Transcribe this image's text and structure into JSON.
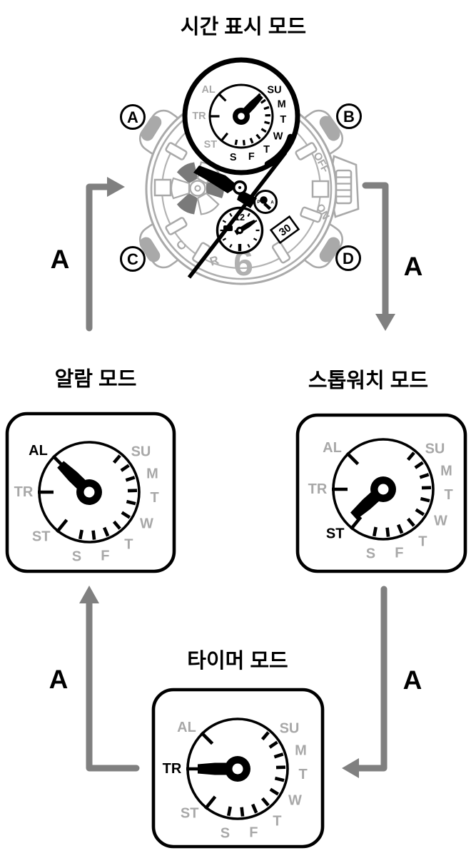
{
  "titles": {
    "time": "시간 표시 모드",
    "alarm": "알람 모드",
    "stopwatch": "스톱워치 모드",
    "timer": "타이머 모드"
  },
  "transition_button_label": "A",
  "watch_buttons": {
    "a": "A",
    "b": "B",
    "c": "C",
    "d": "D"
  },
  "watch_face": {
    "crown_off": "OFF",
    "crown_on": "ON",
    "date_value": "30",
    "numeral_six": "6",
    "letter_c": "C",
    "letter_r": "R",
    "inner_dial_twelve": "12",
    "pa_p": "P",
    "pa_a": "A"
  },
  "dial_labels": [
    {
      "text": "SU",
      "angle": 52,
      "type": "day"
    },
    {
      "text": "M",
      "angle": 74,
      "type": "day"
    },
    {
      "text": "T",
      "angle": 95,
      "type": "day"
    },
    {
      "text": "W",
      "angle": 119,
      "type": "day"
    },
    {
      "text": "T",
      "angle": 143,
      "type": "day"
    },
    {
      "text": "F",
      "angle": 166,
      "type": "day"
    },
    {
      "text": "S",
      "angle": 191,
      "type": "day"
    },
    {
      "text": "ST",
      "angle": 227,
      "type": "mode"
    },
    {
      "text": "TR",
      "angle": 270,
      "type": "mode"
    },
    {
      "text": "AL",
      "angle": 309,
      "type": "mode"
    }
  ],
  "dials": [
    {
      "id": "time-display-subdial",
      "size": "small",
      "hand_angle": 44,
      "active": [
        0,
        1,
        2,
        3,
        4,
        5,
        6
      ]
    },
    {
      "id": "alarm-dial",
      "size": "large",
      "hand_angle": 314,
      "active": [
        9
      ]
    },
    {
      "id": "stopwatch-dial",
      "size": "large",
      "hand_angle": 228,
      "active": [
        7
      ]
    },
    {
      "id": "timer-dial",
      "size": "large",
      "hand_angle": 270,
      "active": [
        8
      ]
    }
  ],
  "colors": {
    "case_gray": "#a9a9a9",
    "light_gray": "#b3b3b3",
    "arrow_gray": "#808080",
    "inactive_label": "#a8a8a8",
    "active_label": "#000000",
    "blade_dark": "#7a7a7a"
  }
}
